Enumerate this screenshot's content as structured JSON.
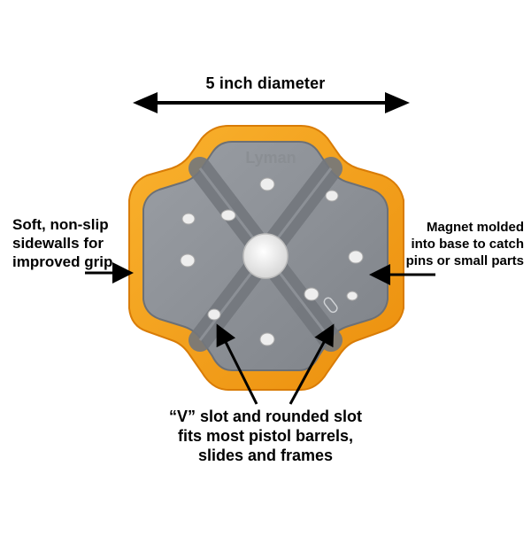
{
  "dimension": {
    "label": "5 inch diameter"
  },
  "product": {
    "brand": "Lyman",
    "colors": {
      "sidewall": "#f7a21c",
      "sidewall_shadow": "#e0850a",
      "base": "#8f9399",
      "base_dark": "#6f737a",
      "slot": "#7b7f85",
      "magnet": "#ececec"
    }
  },
  "callouts": {
    "left": {
      "lines": [
        "Soft, non-slip",
        "sidewalls for",
        "improved grip"
      ]
    },
    "right": {
      "lines": [
        "Magnet molded",
        "into base to catch",
        "pins or small parts"
      ]
    },
    "bottom": {
      "lines": [
        "“V” slot and rounded slot",
        "fits most pistol barrels,",
        "slides and frames"
      ]
    }
  }
}
